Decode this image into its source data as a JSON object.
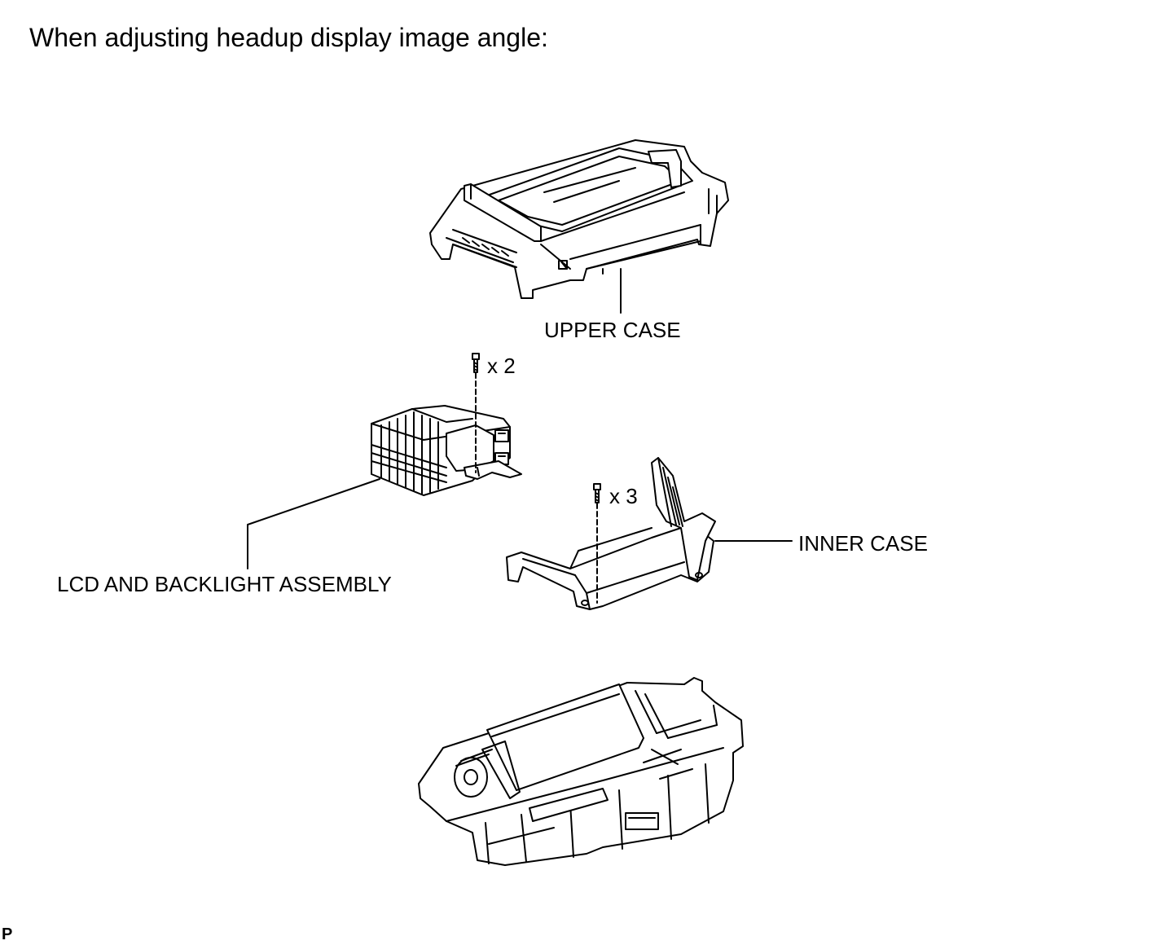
{
  "title": "When adjusting headup display image angle:",
  "labels": {
    "upper_case": "UPPER CASE",
    "lcd_assembly": "LCD AND BACKLIGHT ASSEMBLY",
    "inner_case": "INNER CASE",
    "screw_qty_lcd": "x 2",
    "screw_qty_inner": "x 3"
  },
  "corner_mark": "P",
  "colors": {
    "line": "#000000",
    "background": "#ffffff"
  }
}
